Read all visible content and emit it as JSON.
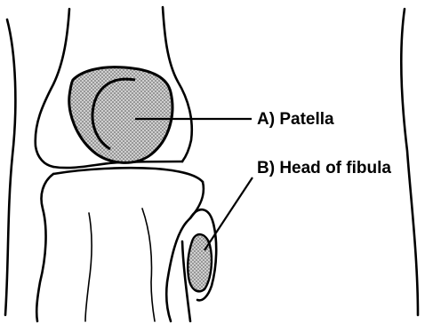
{
  "diagram": {
    "labels": [
      {
        "id": "patella",
        "text": "A) Patella"
      },
      {
        "id": "fibula",
        "text": "B) Head of fibula"
      }
    ],
    "colors": {
      "line": "#000000",
      "bone_fill": "#b8b8b8",
      "background": "#ffffff"
    }
  }
}
